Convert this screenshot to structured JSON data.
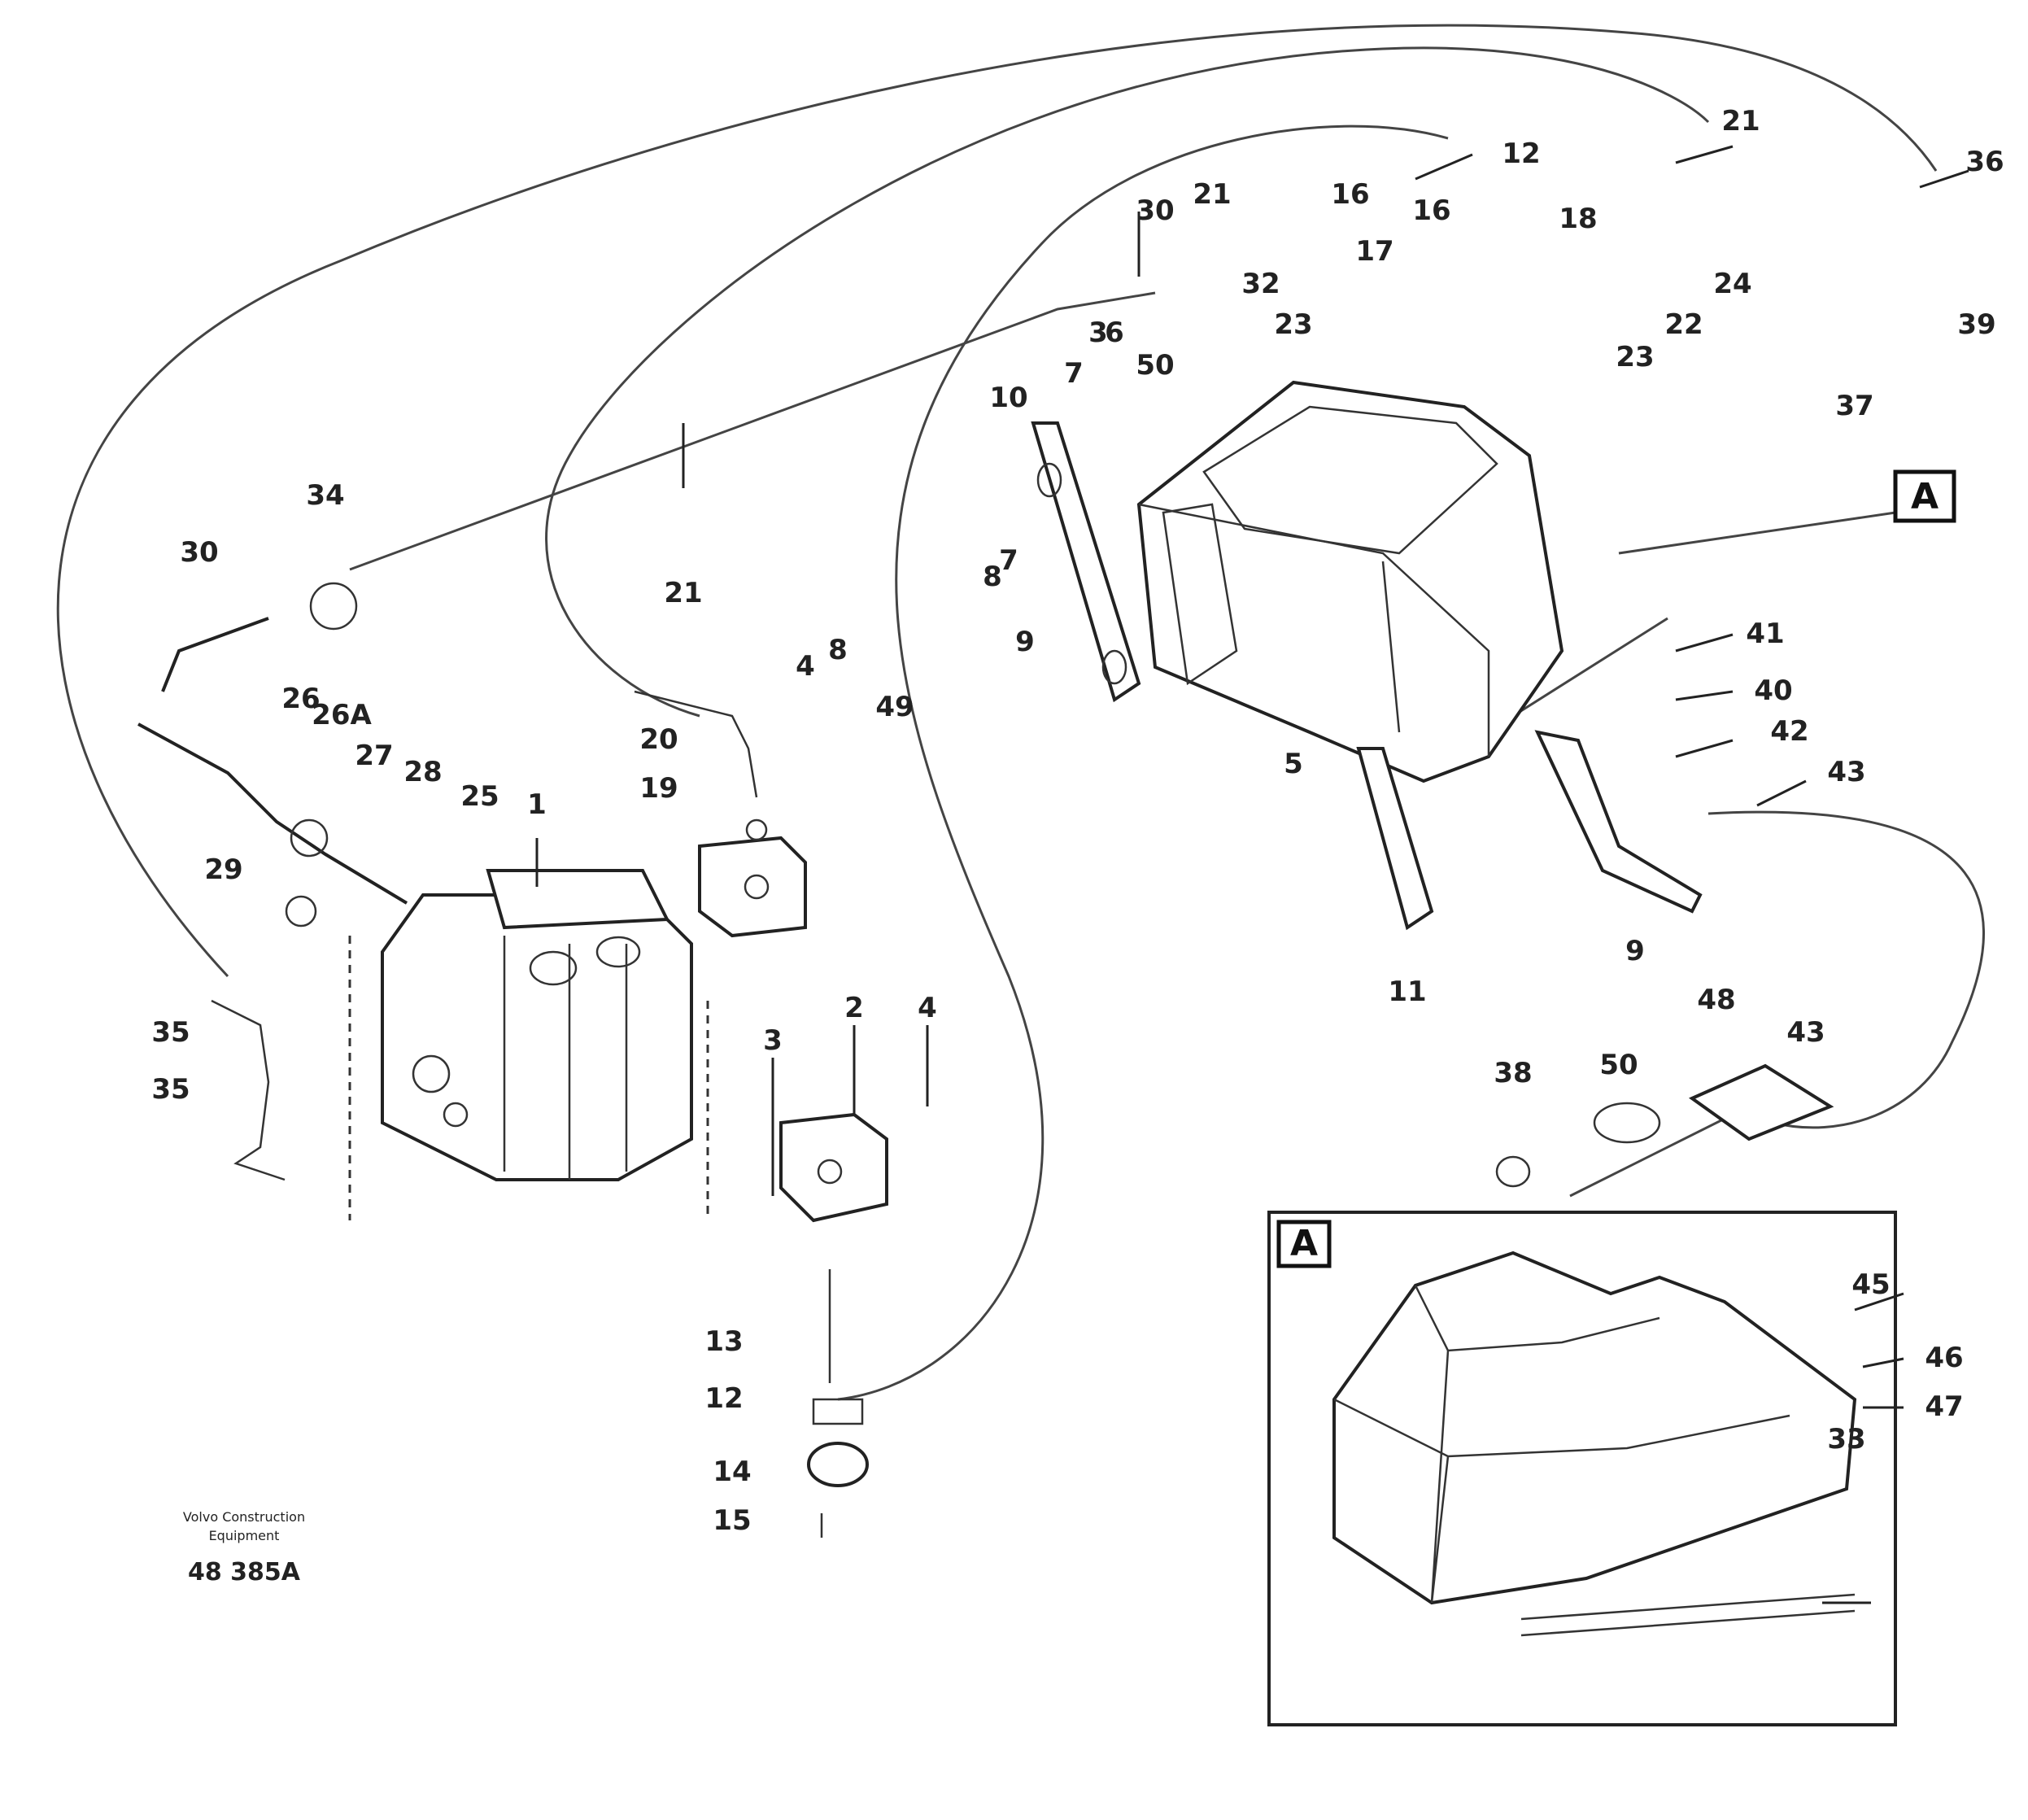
{
  "view_marker": "A",
  "detail_marker": "A",
  "labels": {
    "l1": "1",
    "l2": "2",
    "l3": "3",
    "l4": "4",
    "l5": "5",
    "l6": "6",
    "l7": "7",
    "l8": "8",
    "l9": "9",
    "l10": "10",
    "l11": "11",
    "l12": "12",
    "l13": "13",
    "l14": "14",
    "l15": "15",
    "l16": "16",
    "l17": "17",
    "l18": "18",
    "l19": "19",
    "l20": "20",
    "l21a": "21",
    "l21b": "21",
    "l21c": "21",
    "l22": "22",
    "l23": "23",
    "l23b": "23",
    "l24": "24",
    "l25": "25",
    "l26": "26",
    "l26a": "26A",
    "l27": "27",
    "l28": "28",
    "l29": "29",
    "l30": "30",
    "l30b": "30",
    "l32": "32",
    "l33": "33",
    "l34": "34",
    "l35": "35",
    "l35b": "35",
    "l36": "36",
    "l37": "37",
    "l38": "38",
    "l39": "39",
    "l40": "40",
    "l41": "41",
    "l42": "42",
    "l43": "43",
    "l43b": "43",
    "l45": "45",
    "l46": "46",
    "l47": "47",
    "l48": "48",
    "l49": "49",
    "l50": "50",
    "l50b": "50",
    "l9b": "9",
    "l12b": "12",
    "l3b": "3",
    "l8b": "8",
    "l7b": "7",
    "l4b": "4",
    "l16b": "16"
  },
  "caption": {
    "line1": "Volvo Construction",
    "line2": "Equipment",
    "code": "48 385A"
  }
}
